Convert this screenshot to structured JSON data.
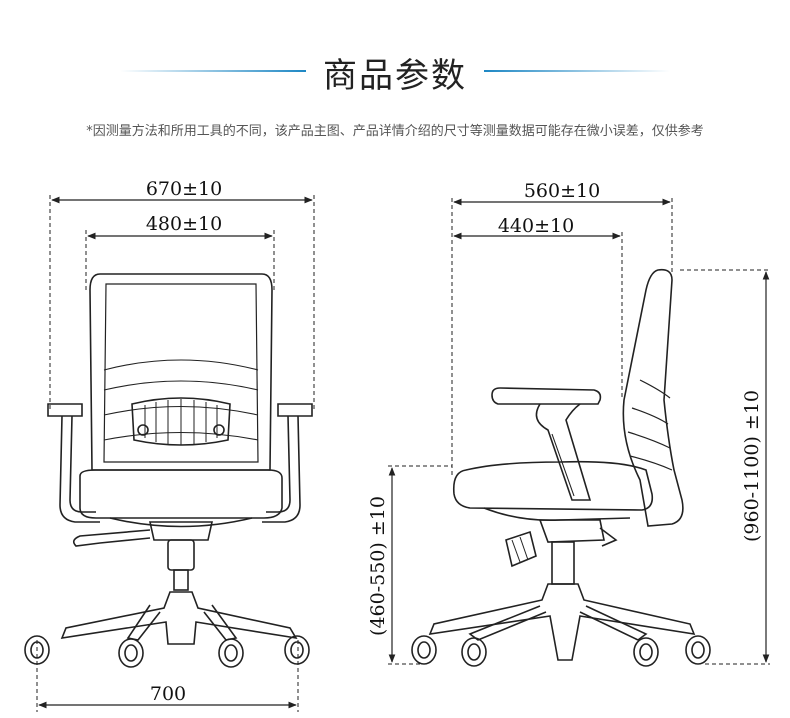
{
  "title": "商品参数",
  "note": "*因测量方法和所用工具的不同，该产品主图、产品详情介绍的尺寸等测量数据可能存在微小误差，仅供参考",
  "front_view": {
    "total_width": "670±10",
    "seat_width": "480±10",
    "base_width": "700"
  },
  "side_view": {
    "total_depth": "560±10",
    "seat_depth": "440±10",
    "seat_height": "(460-550) ±10",
    "total_height": "(960-1100) ±10"
  },
  "colors": {
    "accent": "#1d87c4",
    "line": "#222222",
    "dim": "#333333"
  }
}
